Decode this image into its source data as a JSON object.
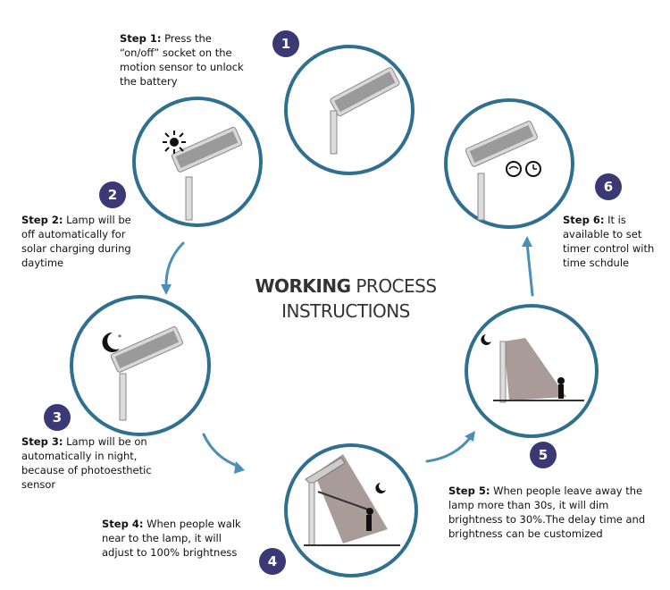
{
  "title": {
    "line1_bold": "WORKING",
    "line1_rest": "PROCESS",
    "line2": "INSTRUCTIONS"
  },
  "steps": [
    {
      "number": "1",
      "label": "Step 1:",
      "text": "Press the “on/off” socket on the motion sensor to unlock the battery"
    },
    {
      "number": "2",
      "label": "Step 2:",
      "text": "Lamp will be off automatically for solar charging during daytime"
    },
    {
      "number": "3",
      "label": "Step 3:",
      "text": "Lamp will be on automatically in night, because of photoesthetic sensor"
    },
    {
      "number": "4",
      "label": "Step 4:",
      "text": "When people walk near to the lamp, it will adjust to 100% brightness"
    },
    {
      "number": "5",
      "label": "Step 5:",
      "text": "When people leave away the lamp more than 30s, it will dim brightness to 30%.The delay time and brightness can be customized"
    },
    {
      "number": "6",
      "label": "Step 6:",
      "text": "It is available to set timer control with time schdule"
    }
  ],
  "colors": {
    "ring": "#2f6f8f",
    "badge": "#3b3975",
    "arrow": "#4a8fb5",
    "lamp": "#c9c9c9",
    "beam": "#a99c98"
  }
}
